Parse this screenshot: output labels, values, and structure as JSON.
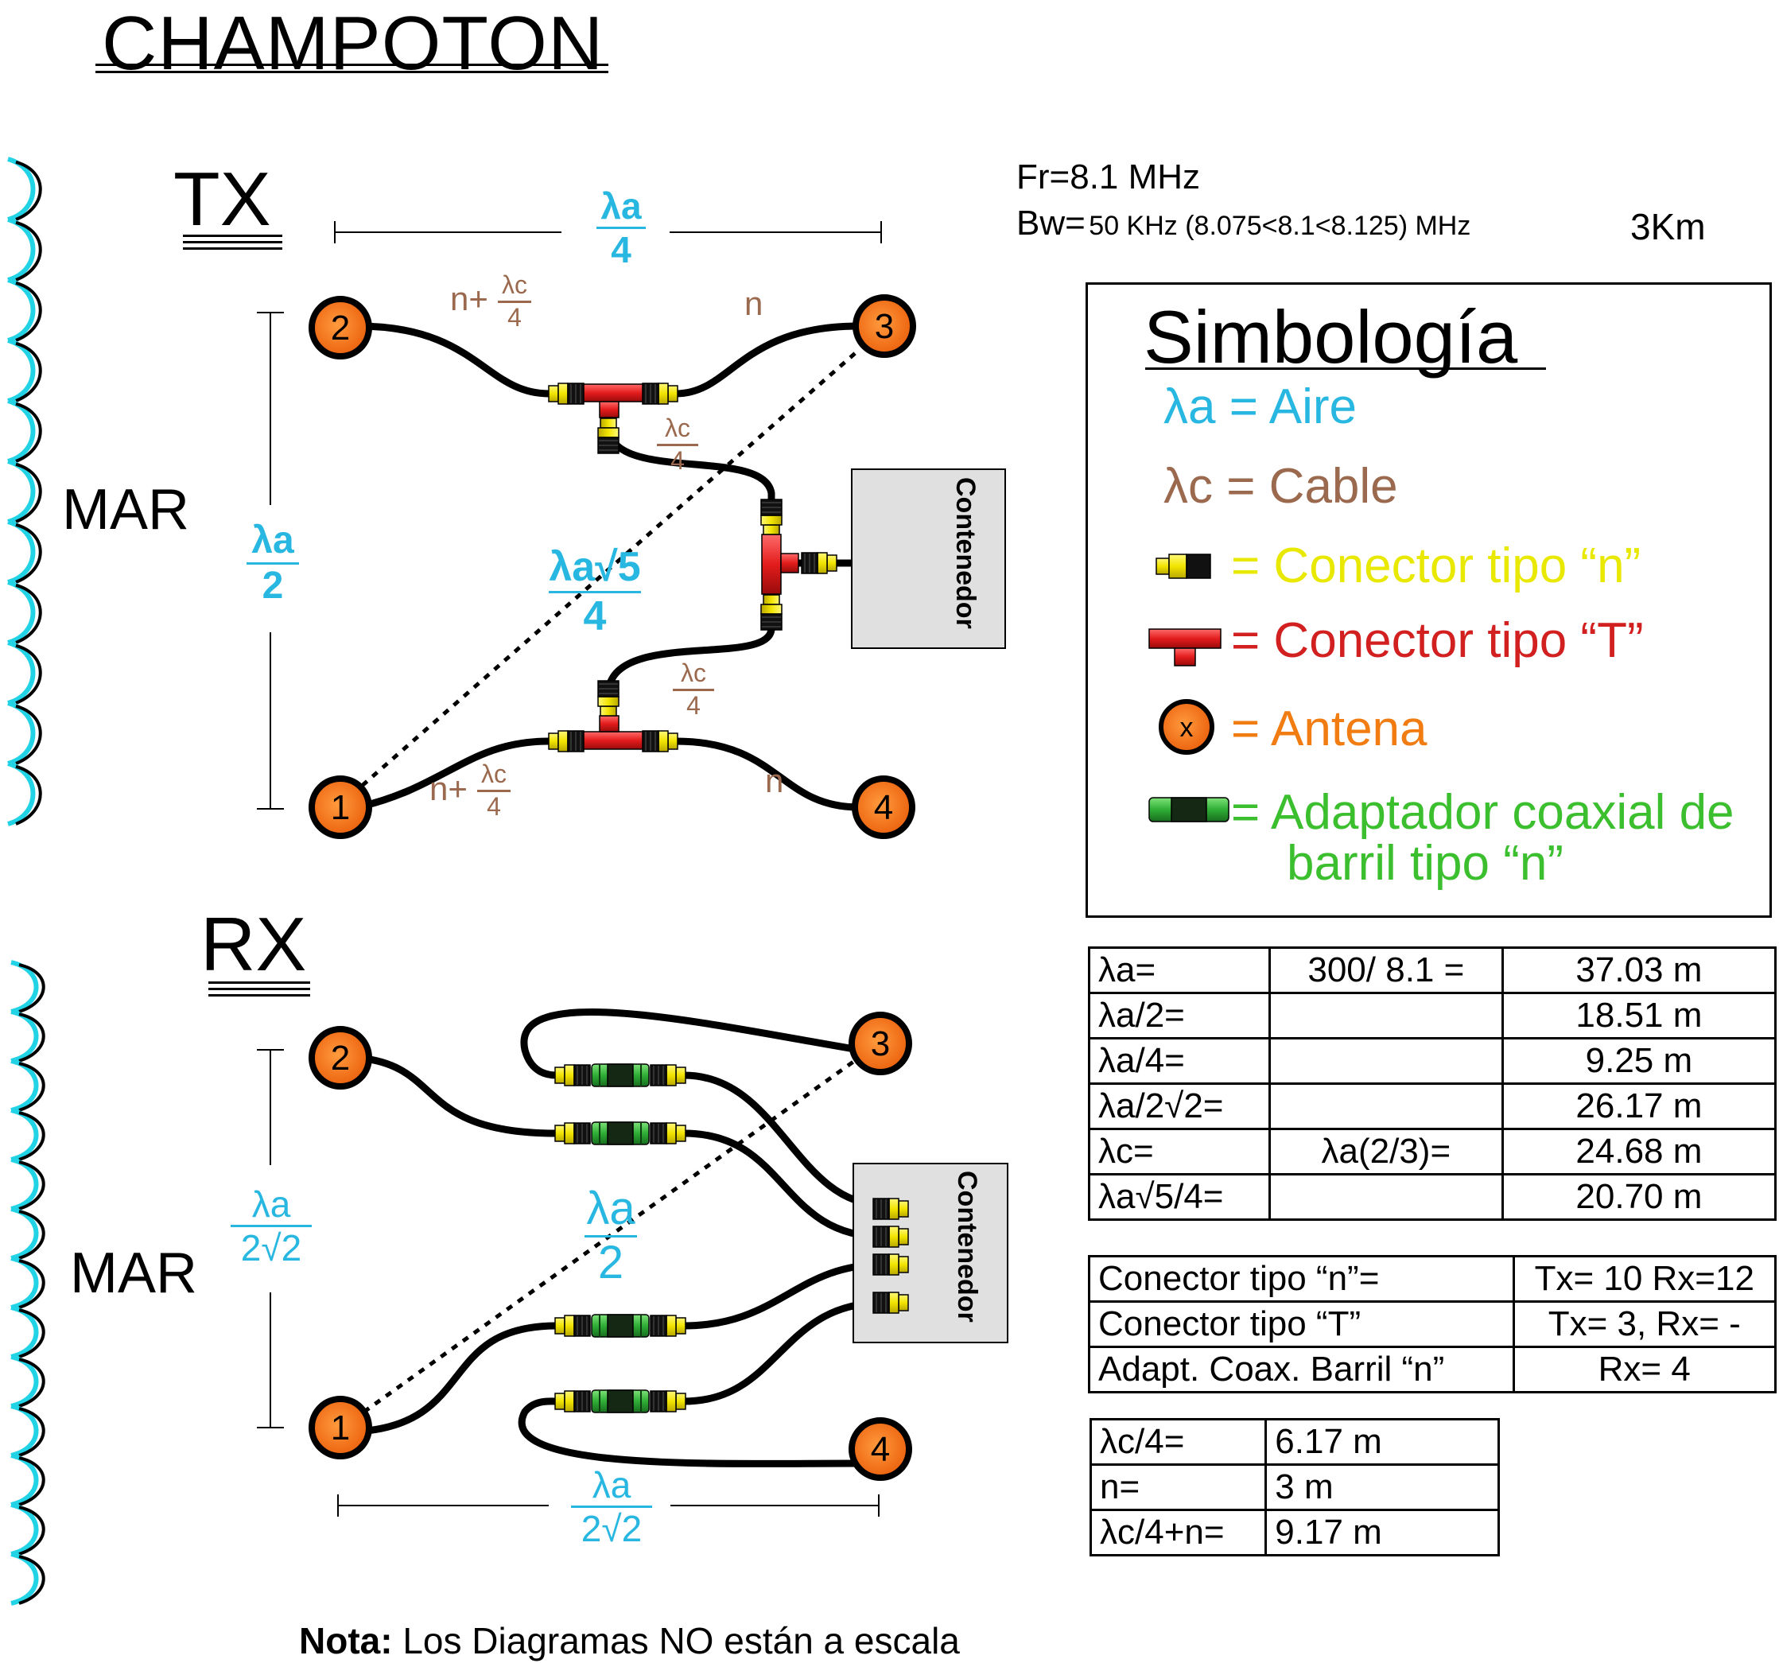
{
  "title": "CHAMPOTON",
  "tx": {
    "heading": "TX",
    "sea_label": "MAR",
    "dim_top": {
      "num": "λa",
      "den": "4"
    },
    "dim_left": {
      "num": "λa",
      "den": "2"
    },
    "dim_diag": {
      "num": "λa√5",
      "den": "4"
    },
    "cable_labels": {
      "n_plus": "n+",
      "frac_num": "λc",
      "frac_den": "4",
      "n": "n"
    },
    "antennas": [
      "1",
      "2",
      "3",
      "4"
    ],
    "container": "Contenedor"
  },
  "rx": {
    "heading": "RX",
    "sea_label": "MAR",
    "dim_left": {
      "num": "λa",
      "den": "2√2"
    },
    "dim_diag": {
      "num": "λa",
      "den": "2"
    },
    "dim_bottom": {
      "num": "λa",
      "den": "2√2"
    },
    "antennas": [
      "1",
      "2",
      "3",
      "4"
    ],
    "container": "Contenedor"
  },
  "frequency": {
    "fr_label": "Fr=",
    "fr_value": "8.1 MHz",
    "bw_label": "Bw=",
    "bw_value": "50 KHz (8.075<8.1<8.125) MHz",
    "distance": "3Km"
  },
  "legend": {
    "title": "Simbología",
    "items": [
      {
        "symbol": "λa",
        "text": "= Aire",
        "color": "#28b7e1"
      },
      {
        "symbol": "λc",
        "text": "= Cable",
        "color": "#9b6a4e"
      },
      {
        "text": "= Conector tipo “n”",
        "color": "#e8e800"
      },
      {
        "text": "= Conector tipo “T”",
        "color": "#d21f1f"
      },
      {
        "symbol": "x",
        "text": "= Antena",
        "color": "#f07c12"
      },
      {
        "text": "= Adaptador coaxial de",
        "text2": "barril tipo “n”",
        "color": "#3bbf2e"
      }
    ]
  },
  "table_lambda": [
    [
      "λa=",
      "300/ 8.1  =",
      "37.03 m"
    ],
    [
      "λa/2=",
      "",
      "18.51 m"
    ],
    [
      "λa/4=",
      "",
      "9.25  m"
    ],
    [
      "λa/2√2=",
      "",
      "26.17 m"
    ],
    [
      "λc=",
      "λa(2/3)=",
      "24.68  m"
    ],
    [
      "λa√5/4=",
      "",
      "20.70   m"
    ]
  ],
  "table_connectors": [
    [
      "Conector tipo “n”=",
      "Tx= 10  Rx=12"
    ],
    [
      "Conector tipo “T”",
      "Tx= 3,  Rx=  -"
    ],
    [
      "Adapt. Coax. Barril “n”",
      "Rx= 4"
    ]
  ],
  "table_cable": [
    [
      "λc/4=",
      "6.17 m"
    ],
    [
      "n=",
      "3   m"
    ],
    [
      "λc/4+n=",
      "9.17 m"
    ]
  ],
  "note": {
    "bold": "Nota:",
    "text": " Los Diagramas NO están a escala"
  },
  "colors": {
    "air": "#28b7e1",
    "cable": "#9b6a4e",
    "n_connector": "#f2e400",
    "t_connector": "#e31c1c",
    "antenna": "#f26a12",
    "barrel_adapter": "#2fae36",
    "wave": "#22d3e6",
    "container": "#e0e0e0"
  }
}
